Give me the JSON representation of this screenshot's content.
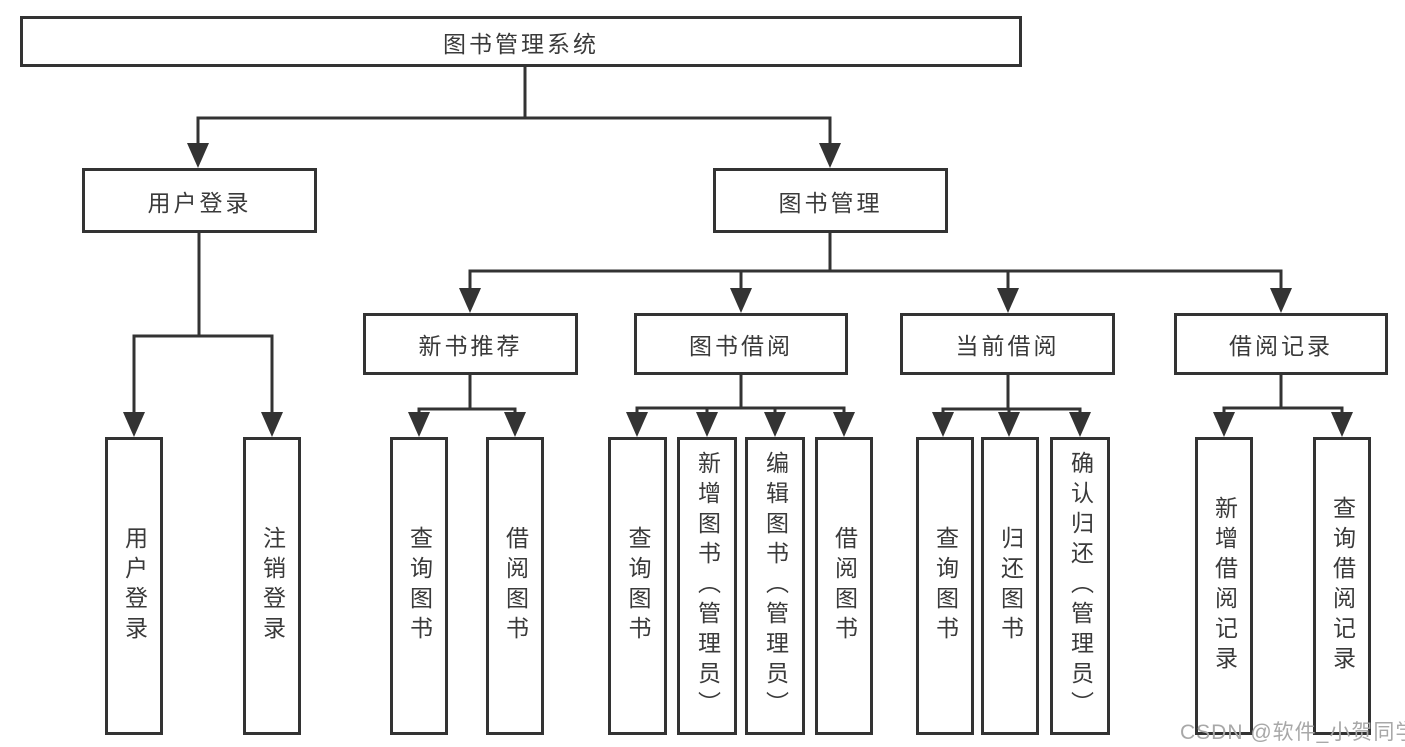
{
  "tree": {
    "root": {
      "label": "图书管理系统"
    },
    "level2": [
      {
        "label": "用户登录",
        "leaves": [
          {
            "label": "用户登录"
          },
          {
            "label": "注销登录"
          }
        ]
      },
      {
        "label": "图书管理"
      }
    ],
    "level3": [
      {
        "label": "新书推荐",
        "leaves": [
          {
            "label": "查询图书"
          },
          {
            "label": "借阅图书"
          }
        ]
      },
      {
        "label": "图书借阅",
        "leaves": [
          {
            "label": "查询图书"
          },
          {
            "label": "新增图书（管理员）"
          },
          {
            "label": "编辑图书（管理员）"
          },
          {
            "label": "借阅图书"
          }
        ]
      },
      {
        "label": "当前借阅",
        "leaves": [
          {
            "label": "查询图书"
          },
          {
            "label": "归还图书"
          },
          {
            "label": "确认归还（管理员）"
          }
        ]
      },
      {
        "label": "借阅记录",
        "leaves": [
          {
            "label": "新增借阅记录"
          },
          {
            "label": "查询借阅记录"
          }
        ]
      }
    ]
  },
  "watermark": {
    "text": "CSDN @软件_小贺同学"
  },
  "colors": {
    "line": "#333333",
    "text": "#3a3a3a",
    "box_background": "#ffffff",
    "watermark": "#a8a8a8"
  }
}
